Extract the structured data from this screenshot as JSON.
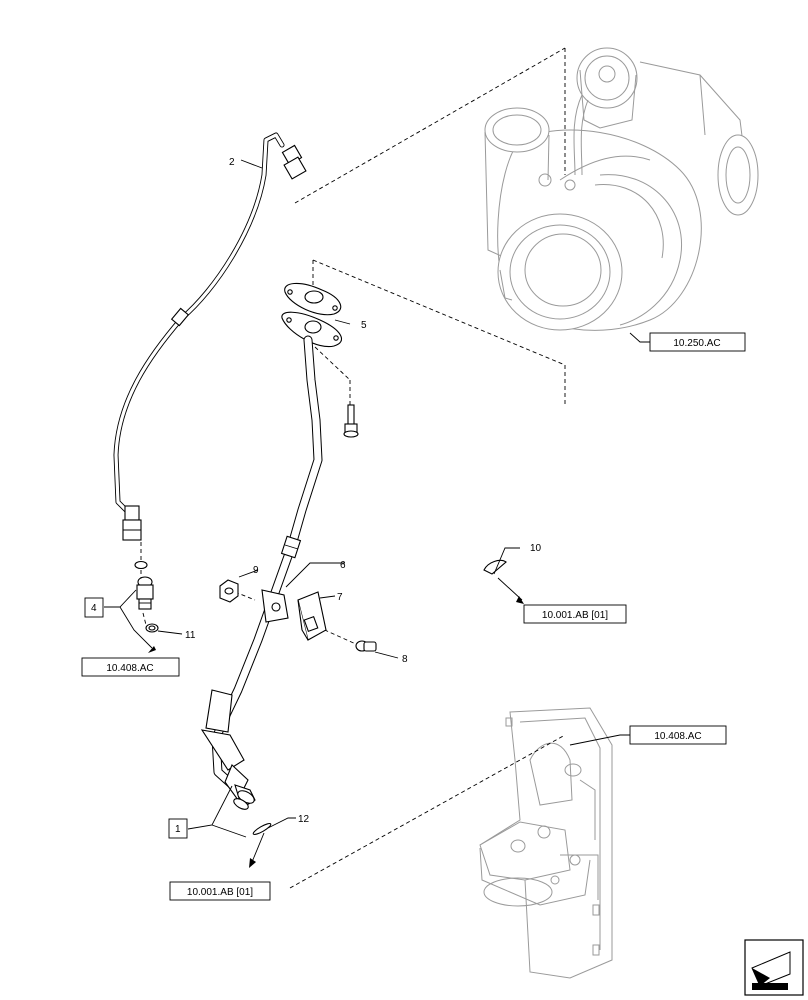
{
  "callouts": {
    "c1": "1",
    "c2": "2",
    "c4": "4",
    "c5": "5",
    "c6": "6",
    "c7": "7",
    "c8": "8",
    "c9": "9",
    "c10": "10",
    "c11": "11",
    "c12": "12"
  },
  "references": {
    "turbo_ref": "10.250.AC",
    "ref_10_upper": "10.001.AB [01]",
    "ref_4_left": "10.408.AC",
    "block_ref": "10.408.AC",
    "ref_1_bottom": "10.001.AB [01]"
  },
  "nav_icon": "previous-page-arrow-icon"
}
